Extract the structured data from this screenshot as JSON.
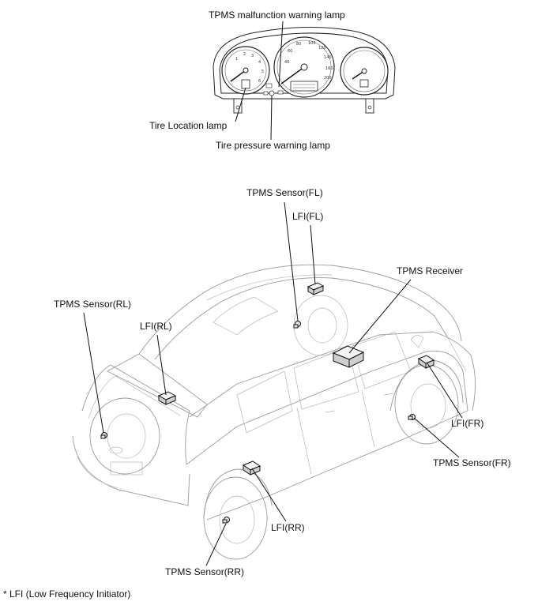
{
  "callouts": {
    "tpms_malfunction_lamp": "TPMS malfunction warning lamp",
    "tire_location_lamp": "Tire Location lamp",
    "tire_pressure_lamp": "Tire pressure warning lamp",
    "sensor_fl": "TPMS Sensor(FL)",
    "lfi_fl": "LFI(FL)",
    "receiver": "TPMS Receiver",
    "sensor_rl": "TPMS Sensor(RL)",
    "lfi_rl": "LFI(RL)",
    "lfi_fr": "LFI(FR)",
    "sensor_fr": "TPMS Sensor(FR)",
    "lfi_rr": "LFI(RR)",
    "sensor_rr": "TPMS Sensor(RR)"
  },
  "footnote": "* LFI (Low Frequency Initiator)"
}
